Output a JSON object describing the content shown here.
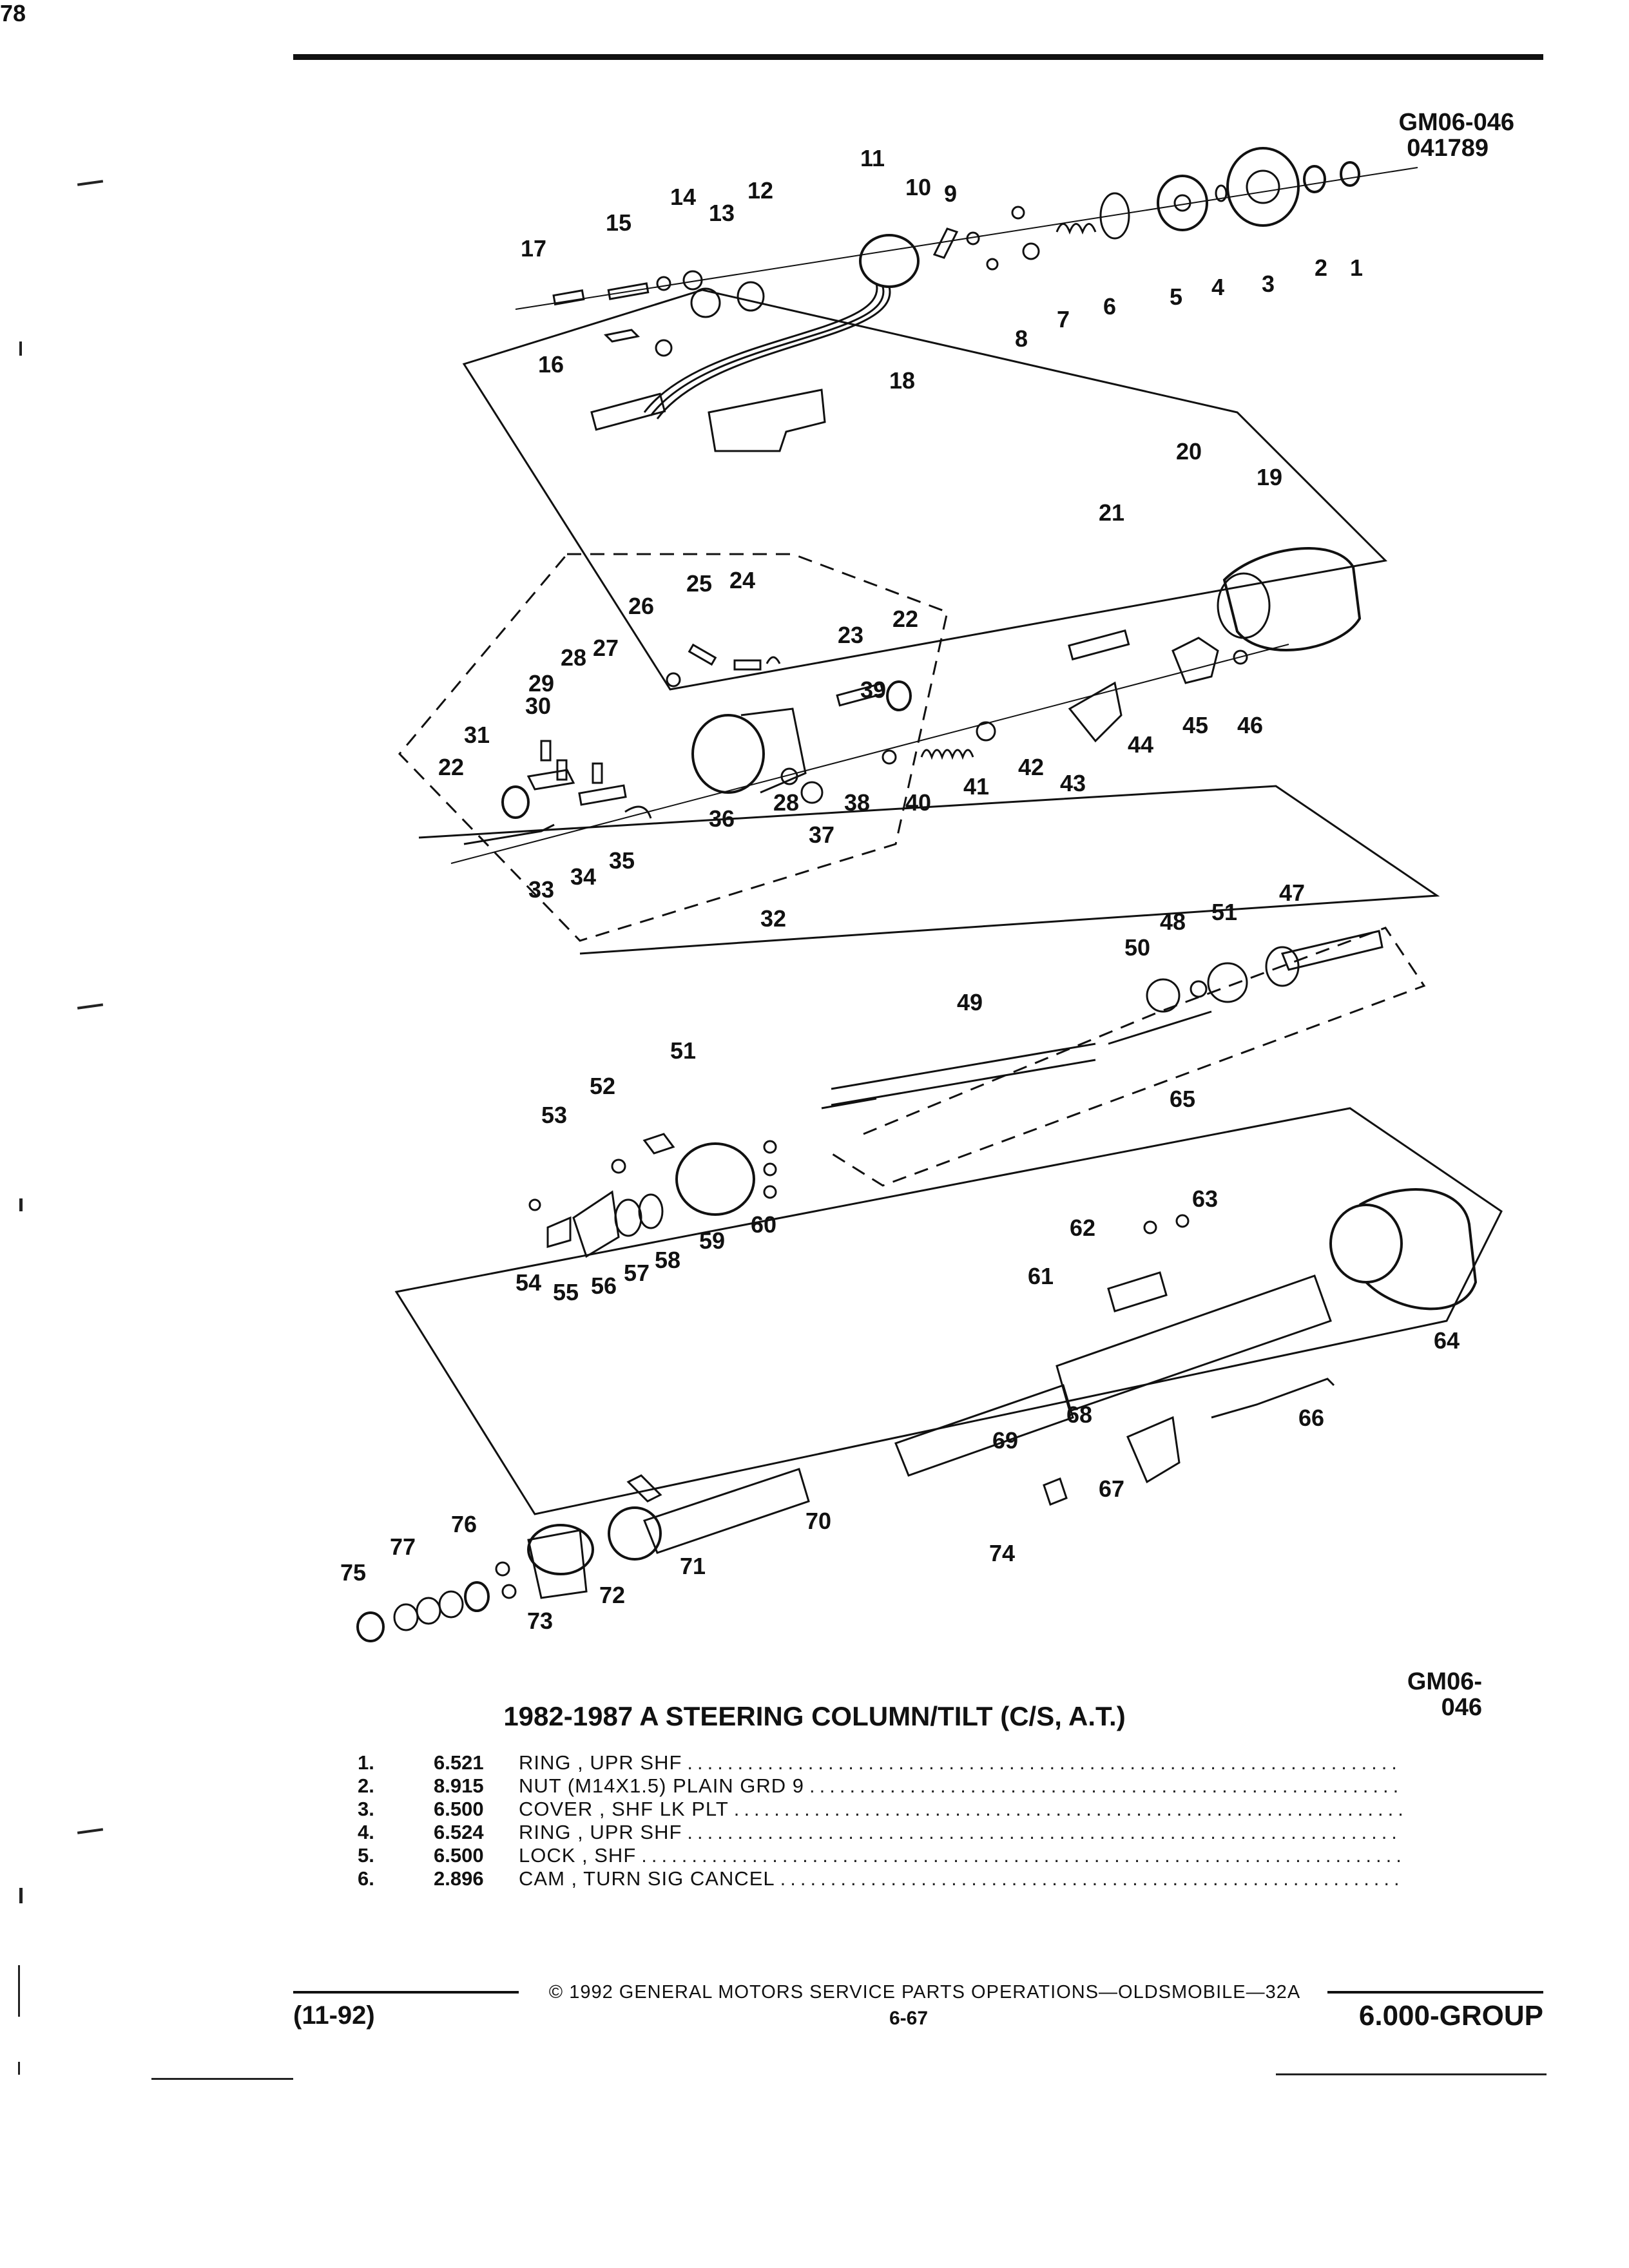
{
  "header": {
    "ref_code": "GM06-046",
    "ref_number": "041789"
  },
  "figure": {
    "bottom_ref": "GM06-046",
    "callouts": [
      "1",
      "2",
      "3",
      "4",
      "5",
      "6",
      "7",
      "8",
      "9",
      "10",
      "11",
      "12",
      "13",
      "14",
      "15",
      "16",
      "17",
      "18",
      "19",
      "20",
      "21",
      "22",
      "22",
      "23",
      "24",
      "25",
      "26",
      "27",
      "28",
      "28",
      "29",
      "30",
      "31",
      "32",
      "33",
      "34",
      "35",
      "36",
      "37",
      "38",
      "39",
      "40",
      "41",
      "42",
      "43",
      "44",
      "45",
      "46",
      "47",
      "48",
      "49",
      "50",
      "51",
      "51",
      "52",
      "53",
      "54",
      "55",
      "56",
      "57",
      "58",
      "59",
      "60",
      "61",
      "62",
      "63",
      "64",
      "65",
      "66",
      "67",
      "68",
      "69",
      "70",
      "71",
      "72",
      "73",
      "74",
      "75",
      "76",
      "77",
      "78"
    ]
  },
  "title": "1982-1987 A STEERING COLUMN/TILT (C/S, A.T.)",
  "parts": [
    {
      "num": "1.",
      "code": "6.521",
      "desc": "RING , UPR SHF"
    },
    {
      "num": "2.",
      "code": "8.915",
      "desc": "NUT (M14X1.5) PLAIN GRD 9"
    },
    {
      "num": "3.",
      "code": "6.500",
      "desc": "COVER , SHF LK PLT"
    },
    {
      "num": "4.",
      "code": "6.524",
      "desc": "RING , UPR SHF"
    },
    {
      "num": "5.",
      "code": "6.500",
      "desc": "LOCK , SHF"
    },
    {
      "num": "6.",
      "code": "2.896",
      "desc": "CAM , TURN SIG CANCEL"
    }
  ],
  "footer": {
    "copyright": "© 1992 GENERAL MOTORS SERVICE PARTS OPERATIONS—OLDSMOBILE—32A",
    "date": "(11-92)",
    "page": "6-67",
    "group": "6.000-GROUP"
  }
}
